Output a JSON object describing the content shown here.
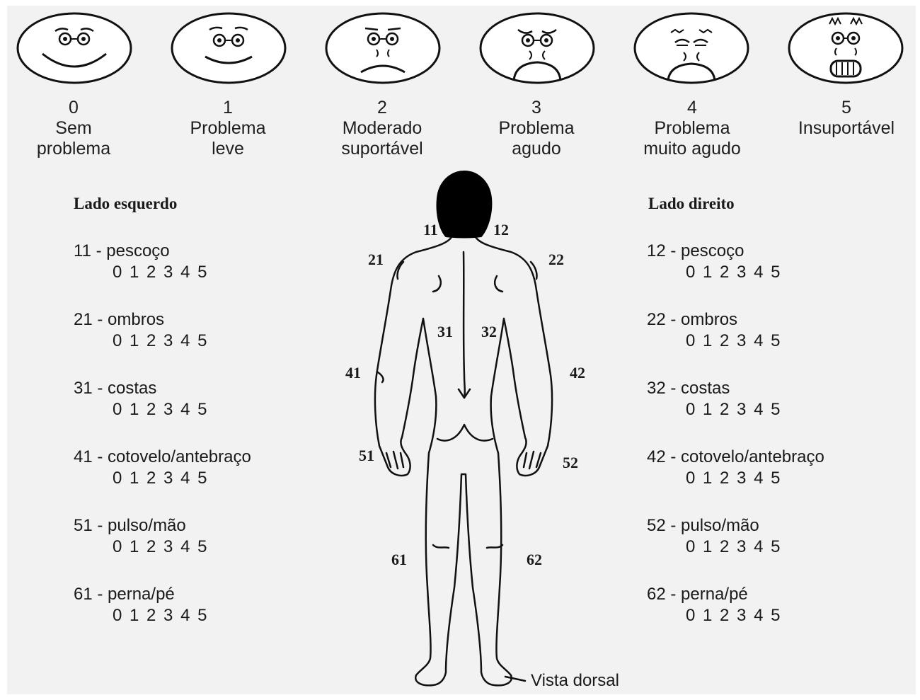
{
  "faces": [
    {
      "number": "0",
      "line1": "Sem",
      "line2": "problema",
      "icon": "smiling-face-icon"
    },
    {
      "number": "1",
      "line1": "Problema",
      "line2": "leve",
      "icon": "slight-smile-face-icon"
    },
    {
      "number": "2",
      "line1": "Moderado",
      "line2": "suportável",
      "icon": "neutral-face-icon"
    },
    {
      "number": "3",
      "line1": "Problema",
      "line2": "agudo",
      "icon": "sad-face-icon"
    },
    {
      "number": "4",
      "line1": "Problema",
      "line2": "muito agudo",
      "icon": "pained-face-icon"
    },
    {
      "number": "5",
      "line1": "Insuportável",
      "line2": "",
      "icon": "screaming-face-icon"
    }
  ],
  "left_side": {
    "title": "Lado esquerdo",
    "regions": [
      {
        "label": "11 - pescoço",
        "scale": "0 1 2 3 4 5"
      },
      {
        "label": "21 - ombros",
        "scale": "0 1 2 3 4 5"
      },
      {
        "label": "31 - costas",
        "scale": "0 1 2 3 4 5"
      },
      {
        "label": "41 - cotovelo/antebraço",
        "scale": "0 1 2 3 4 5"
      },
      {
        "label": "51 - pulso/mão",
        "scale": "0 1 2 3 4 5"
      },
      {
        "label": "61 - perna/pé",
        "scale": "0 1 2 3 4 5"
      }
    ]
  },
  "right_side": {
    "title": "Lado direito",
    "regions": [
      {
        "label": "12 - pescoço",
        "scale": "0 1 2 3 4 5"
      },
      {
        "label": "22 - ombros",
        "scale": "0 1 2 3 4 5"
      },
      {
        "label": "32 - costas",
        "scale": "0 1 2 3 4 5"
      },
      {
        "label": "42 - cotovelo/antebraço",
        "scale": "0 1 2 3 4 5"
      },
      {
        "label": "52 - pulso/mão",
        "scale": "0 1 2 3 4 5"
      },
      {
        "label": "62 - perna/pé",
        "scale": "0 1 2 3 4 5"
      }
    ]
  },
  "body_labels": {
    "n11": "11",
    "n12": "12",
    "n21": "21",
    "n22": "22",
    "n31": "31",
    "n32": "32",
    "n41": "41",
    "n42": "42",
    "n51": "51",
    "n52": "52",
    "n61": "61",
    "n62": "62"
  },
  "figure_icon": "human-body-back-view-icon",
  "caption": "Vista dorsal"
}
